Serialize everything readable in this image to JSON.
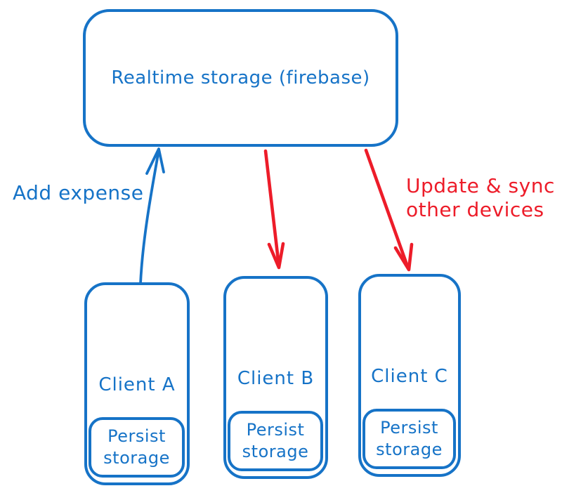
{
  "diagram": {
    "colors": {
      "blue": "#1673c7",
      "red": "#ed1c29",
      "bg": "#ffffff"
    },
    "server_node": {
      "label": "Realtime storage (firebase)"
    },
    "clients": [
      {
        "label": "Client A",
        "storage_lines": [
          "Persist",
          "storage"
        ]
      },
      {
        "label": "Client B",
        "storage_lines": [
          "Persist",
          "storage"
        ]
      },
      {
        "label": "Client C",
        "storage_lines": [
          "Persist",
          "storage"
        ]
      }
    ],
    "arrows": [
      {
        "name": "add-expense",
        "from": "Client A",
        "to": "Realtime storage (firebase)",
        "color": "blue",
        "label": "Add expense"
      },
      {
        "name": "sync-to-client-b",
        "from": "Realtime storage (firebase)",
        "to": "Client B",
        "color": "red",
        "label": ""
      },
      {
        "name": "sync-to-client-c",
        "from": "Realtime storage (firebase)",
        "to": "Client C",
        "color": "red",
        "label": "Update & sync other devices",
        "label_lines": [
          "Update & sync",
          "other devices"
        ]
      }
    ]
  }
}
